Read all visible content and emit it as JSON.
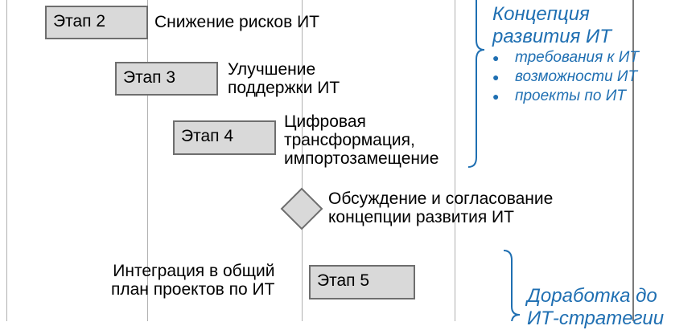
{
  "stages": [
    {
      "label": "Этап 2",
      "desc": "Снижение рисков ИТ"
    },
    {
      "label": "Этап 3",
      "desc": [
        "Улучшение",
        "поддержки ИТ"
      ]
    },
    {
      "label": "Этап 4",
      "desc": [
        "Цифровая",
        "трансформация,",
        "импортозамещение"
      ]
    },
    {
      "label": "Этап 5",
      "desc": [
        "Интеграция в общий",
        "план проектов по ИТ"
      ]
    }
  ],
  "milestone": {
    "desc": [
      "Обсуждение и согласование",
      "концепции развития ИТ"
    ]
  },
  "concept": {
    "title": [
      "Концепция",
      "развития ИТ"
    ],
    "bullets": [
      "требования к ИТ",
      "возможности ИТ",
      "проекты по ИТ"
    ]
  },
  "refinement": {
    "title": [
      "Доработка до",
      "ИТ-стратегии"
    ]
  },
  "colors": {
    "accent": "#1f6fb2",
    "box": "#d9d9d9"
  }
}
